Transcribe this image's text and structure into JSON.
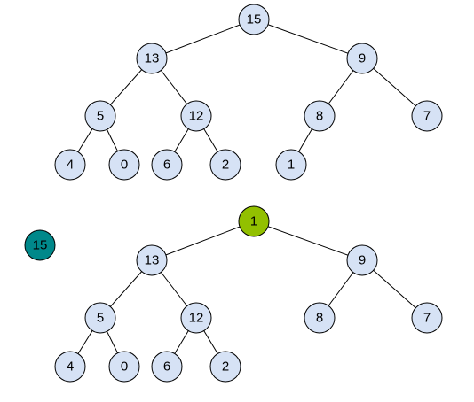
{
  "colors": {
    "node_fill": "#d6e2f5",
    "highlight_root_fill": "#92c000",
    "removed_fill": "#00888a",
    "edge": "#000000"
  },
  "heap_before": {
    "nodes": [
      {
        "id": "a1",
        "label": "15"
      },
      {
        "id": "a2",
        "label": "13"
      },
      {
        "id": "a3",
        "label": "9"
      },
      {
        "id": "a4",
        "label": "5"
      },
      {
        "id": "a5",
        "label": "12"
      },
      {
        "id": "a6",
        "label": "8"
      },
      {
        "id": "a7",
        "label": "7"
      },
      {
        "id": "a8",
        "label": "4"
      },
      {
        "id": "a9",
        "label": "0"
      },
      {
        "id": "a10",
        "label": "6"
      },
      {
        "id": "a11",
        "label": "2"
      },
      {
        "id": "a12",
        "label": "1"
      }
    ],
    "edges": [
      [
        "a1",
        "a2"
      ],
      [
        "a1",
        "a3"
      ],
      [
        "a2",
        "a4"
      ],
      [
        "a2",
        "a5"
      ],
      [
        "a3",
        "a6"
      ],
      [
        "a3",
        "a7"
      ],
      [
        "a4",
        "a8"
      ],
      [
        "a4",
        "a9"
      ],
      [
        "a5",
        "a10"
      ],
      [
        "a5",
        "a11"
      ],
      [
        "a6",
        "a12"
      ]
    ]
  },
  "heap_after": {
    "nodes": [
      {
        "id": "b1",
        "label": "1",
        "state": "new-root"
      },
      {
        "id": "b2",
        "label": "13"
      },
      {
        "id": "b3",
        "label": "9"
      },
      {
        "id": "b4",
        "label": "5"
      },
      {
        "id": "b5",
        "label": "12"
      },
      {
        "id": "b6",
        "label": "8"
      },
      {
        "id": "b7",
        "label": "7"
      },
      {
        "id": "b8",
        "label": "4"
      },
      {
        "id": "b9",
        "label": "0"
      },
      {
        "id": "b10",
        "label": "6"
      },
      {
        "id": "b11",
        "label": "2"
      }
    ],
    "edges": [
      [
        "b1",
        "b2"
      ],
      [
        "b1",
        "b3"
      ],
      [
        "b2",
        "b4"
      ],
      [
        "b2",
        "b5"
      ],
      [
        "b3",
        "b6"
      ],
      [
        "b3",
        "b7"
      ],
      [
        "b4",
        "b8"
      ],
      [
        "b4",
        "b9"
      ],
      [
        "b5",
        "b10"
      ],
      [
        "b5",
        "b11"
      ]
    ]
  },
  "removed_node": {
    "id": "r1",
    "label": "15",
    "state": "removed"
  }
}
